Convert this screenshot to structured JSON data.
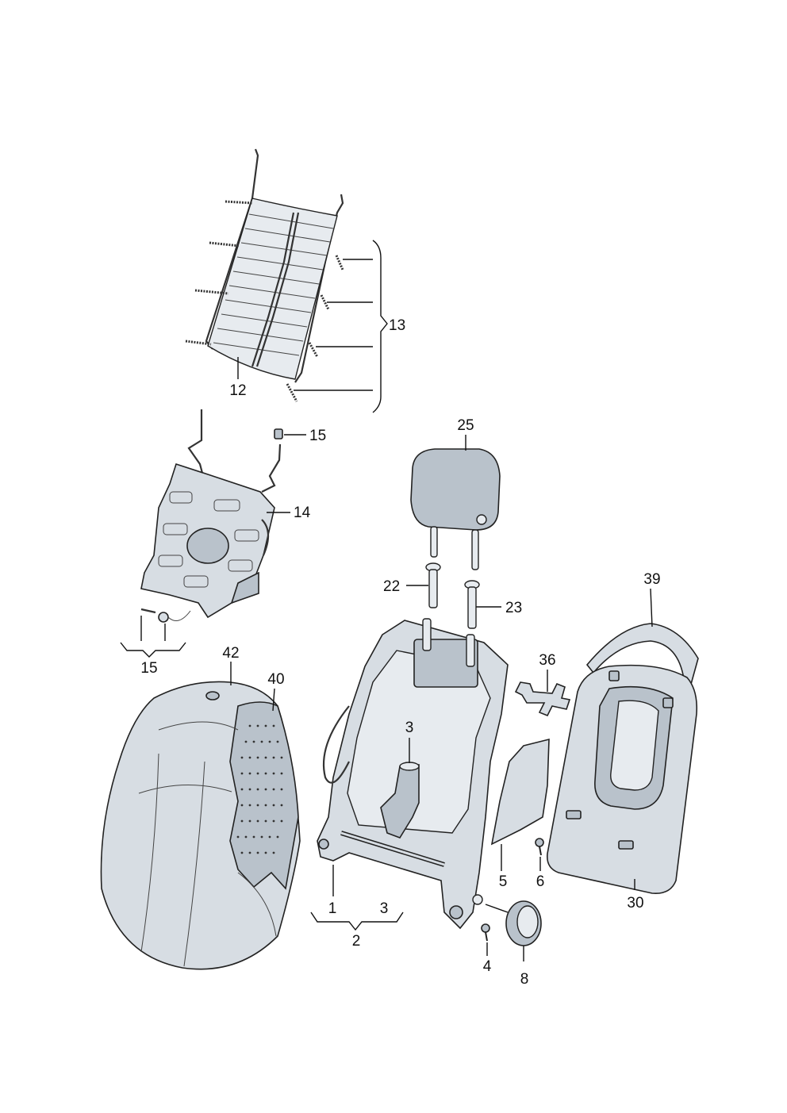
{
  "callouts": {
    "c12": "12",
    "c13": "13",
    "c15a": "15",
    "c14": "14",
    "c15b": "15",
    "c25": "25",
    "c22": "22",
    "c23": "23",
    "c39": "39",
    "c42": "42",
    "c40": "40",
    "c36": "36",
    "c3a": "3",
    "c1": "1",
    "c3b": "3",
    "c2": "2",
    "c5": "5",
    "c6": "6",
    "c30": "30",
    "c4": "4",
    "c8": "8"
  }
}
